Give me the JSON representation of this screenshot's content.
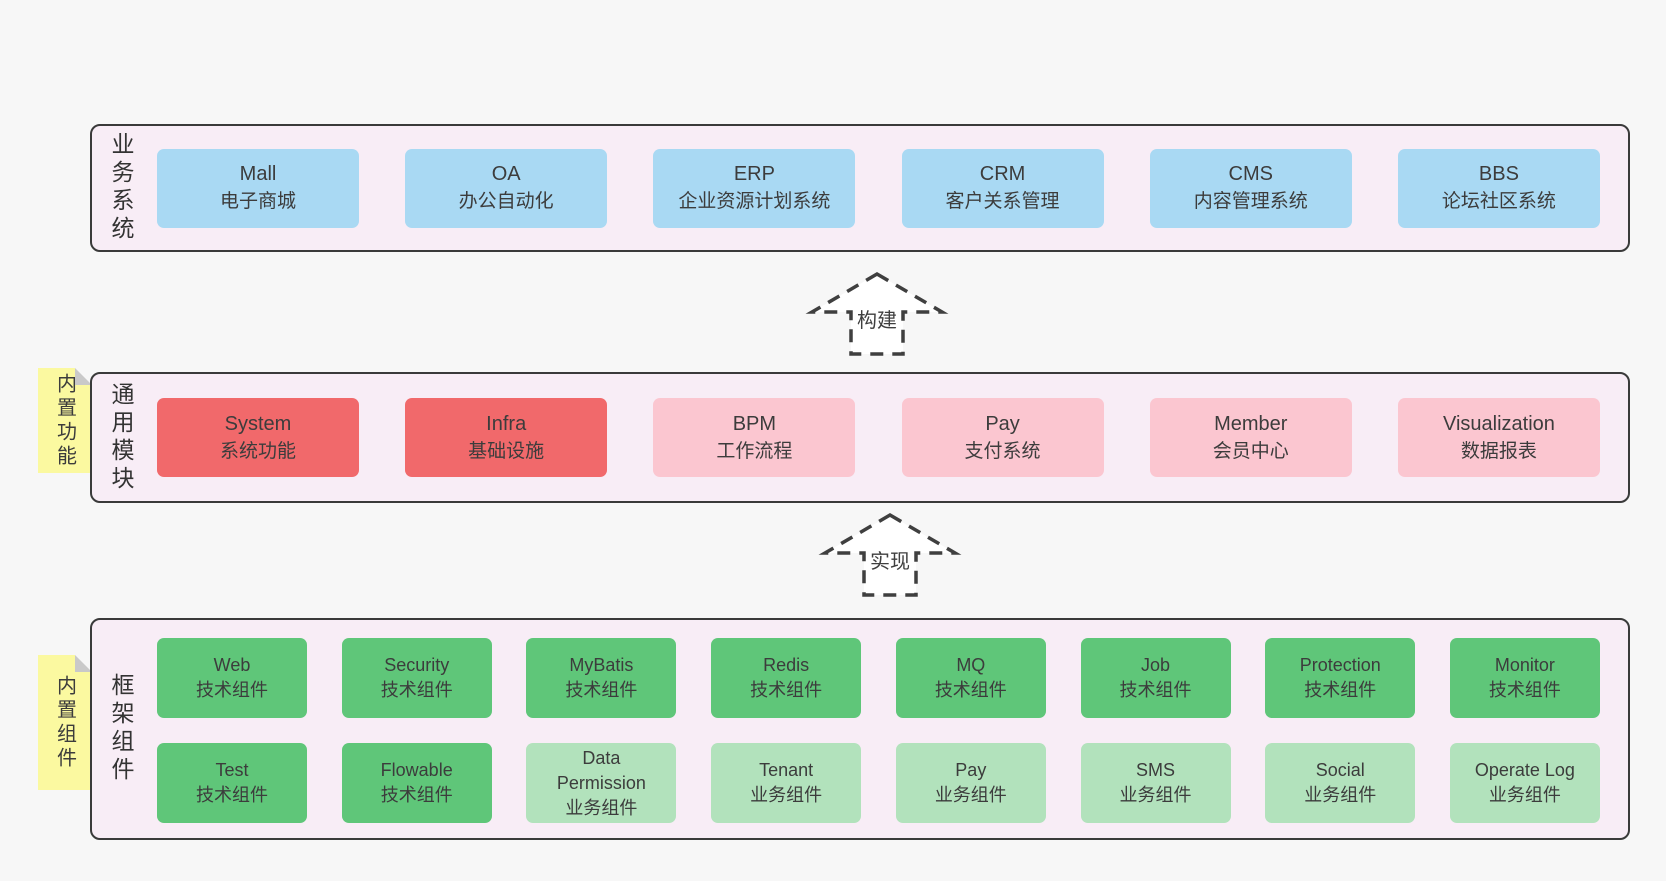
{
  "diagram": {
    "bands": {
      "business": {
        "label": "业务系统",
        "boxes": [
          {
            "name": "Mall",
            "desc": "电子商城",
            "variant": "blue"
          },
          {
            "name": "OA",
            "desc": "办公自动化",
            "variant": "blue"
          },
          {
            "name": "ERP",
            "desc": "企业资源计划系统",
            "variant": "blue"
          },
          {
            "name": "CRM",
            "desc": "客户关系管理",
            "variant": "blue"
          },
          {
            "name": "CMS",
            "desc": "内容管理系统",
            "variant": "blue"
          },
          {
            "name": "BBS",
            "desc": "论坛社区系统",
            "variant": "blue"
          }
        ]
      },
      "modules": {
        "label": "通用模块",
        "sticky": "内置功能",
        "boxes": [
          {
            "name": "System",
            "desc": "系统功能",
            "variant": "red"
          },
          {
            "name": "Infra",
            "desc": "基础设施",
            "variant": "red"
          },
          {
            "name": "BPM",
            "desc": "工作流程",
            "variant": "pink"
          },
          {
            "name": "Pay",
            "desc": "支付系统",
            "variant": "pink"
          },
          {
            "name": "Member",
            "desc": "会员中心",
            "variant": "pink"
          },
          {
            "name": "Visualization",
            "desc": "数据报表",
            "variant": "pink"
          }
        ]
      },
      "framework": {
        "label": "框架组件",
        "sticky": "内置组件",
        "row1": [
          {
            "name": "Web",
            "desc": "技术组件",
            "variant": "green"
          },
          {
            "name": "Security",
            "desc": "技术组件",
            "variant": "green"
          },
          {
            "name": "MyBatis",
            "desc": "技术组件",
            "variant": "green"
          },
          {
            "name": "Redis",
            "desc": "技术组件",
            "variant": "green"
          },
          {
            "name": "MQ",
            "desc": "技术组件",
            "variant": "green"
          },
          {
            "name": "Job",
            "desc": "技术组件",
            "variant": "green"
          },
          {
            "name": "Protection",
            "desc": "技术组件",
            "variant": "green"
          },
          {
            "name": "Monitor",
            "desc": "技术组件",
            "variant": "green"
          }
        ],
        "row2": [
          {
            "name": "Test",
            "desc": "技术组件",
            "variant": "green"
          },
          {
            "name": "Flowable",
            "desc": "技术组件",
            "variant": "green"
          },
          {
            "name": "Data Permission",
            "desc": "业务组件",
            "variant": "green-light"
          },
          {
            "name": "Tenant",
            "desc": "业务组件",
            "variant": "green-light"
          },
          {
            "name": "Pay",
            "desc": "业务组件",
            "variant": "green-light"
          },
          {
            "name": "SMS",
            "desc": "业务组件",
            "variant": "green-light"
          },
          {
            "name": "Social",
            "desc": "业务组件",
            "variant": "green-light"
          },
          {
            "name": "Operate Log",
            "desc": "业务组件",
            "variant": "green-light"
          }
        ]
      }
    },
    "arrows": [
      {
        "label": "构建"
      },
      {
        "label": "实现"
      }
    ],
    "colors": {
      "page_bg": "#f7f7f7",
      "band_bg": "#f8edf6",
      "band_border": "#3a3a3a",
      "blue": "#a9d9f3",
      "red": "#f1696b",
      "pink": "#fbc6d0",
      "green": "#5fc679",
      "green_light": "#b2e2bc",
      "sticky_yellow": "#fbf9a0",
      "fold_gray": "#c9c9c9",
      "text": "#3c3c3c"
    }
  }
}
